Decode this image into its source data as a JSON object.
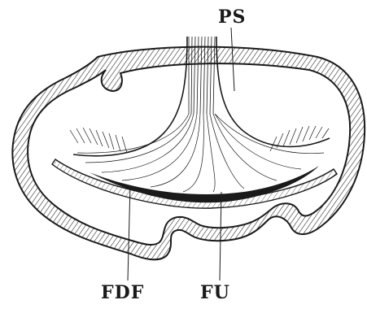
{
  "figure": {
    "labels": {
      "ps": "PS",
      "fdf": "FDF",
      "fu": "FU"
    },
    "colors": {
      "ink": "#1a1a1a",
      "paper": "#ffffff"
    }
  }
}
